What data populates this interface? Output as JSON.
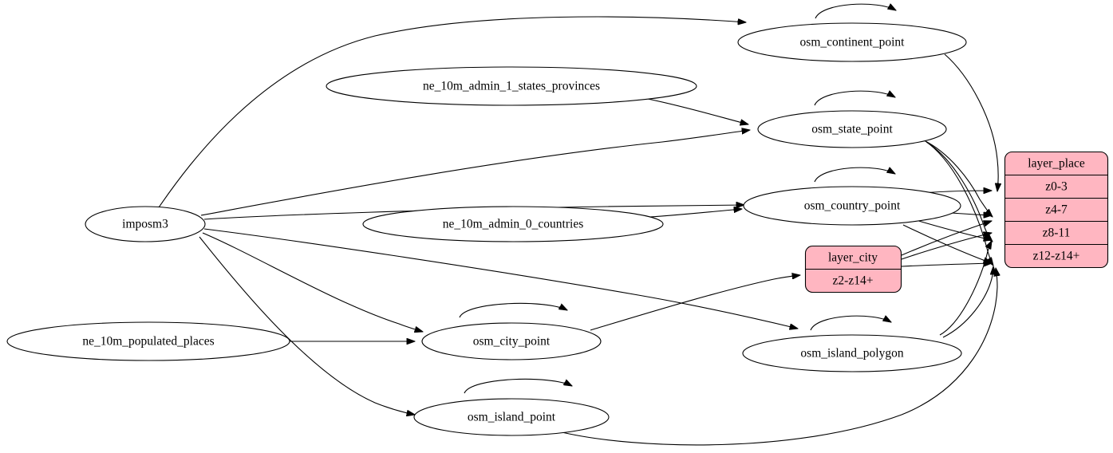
{
  "diagram": {
    "title": "osm place layer data flow",
    "background_color": "#ffffff",
    "edge_color": "#000000",
    "record_fill_color": "#ffb6c1",
    "ellipse_fill_color": "#ffffff"
  },
  "nodes": {
    "imposm3": {
      "label": "imposm3",
      "shape": "ellipse"
    },
    "ne_states": {
      "label": "ne_10m_admin_1_states_provinces",
      "shape": "ellipse"
    },
    "ne_countries": {
      "label": "ne_10m_admin_0_countries",
      "shape": "ellipse"
    },
    "ne_populated": {
      "label": "ne_10m_populated_places",
      "shape": "ellipse"
    },
    "osm_continent_point": {
      "label": "osm_continent_point",
      "shape": "ellipse"
    },
    "osm_state_point": {
      "label": "osm_state_point",
      "shape": "ellipse"
    },
    "osm_country_point": {
      "label": "osm_country_point",
      "shape": "ellipse"
    },
    "osm_city_point": {
      "label": "osm_city_point",
      "shape": "ellipse"
    },
    "osm_island_point": {
      "label": "osm_island_point",
      "shape": "ellipse"
    },
    "osm_island_polygon": {
      "label": "osm_island_polygon",
      "shape": "ellipse"
    }
  },
  "records": {
    "layer_place": {
      "title": "layer_place",
      "rows": [
        "z0-3",
        "z4-7",
        "z8-11",
        "z12-z14+"
      ]
    },
    "layer_city": {
      "title": "layer_city",
      "rows": [
        "z2-z14+"
      ]
    }
  },
  "edges": [
    {
      "from": "imposm3",
      "to": "osm_continent_point"
    },
    {
      "from": "imposm3",
      "to": "osm_state_point"
    },
    {
      "from": "imposm3",
      "to": "osm_country_point"
    },
    {
      "from": "imposm3",
      "to": "osm_city_point"
    },
    {
      "from": "imposm3",
      "to": "osm_island_point"
    },
    {
      "from": "imposm3",
      "to": "osm_island_polygon"
    },
    {
      "from": "ne_10m_admin_1_states_provinces",
      "to": "osm_state_point"
    },
    {
      "from": "ne_10m_admin_0_countries",
      "to": "osm_country_point"
    },
    {
      "from": "ne_10m_populated_places",
      "to": "osm_city_point"
    },
    {
      "from": "osm_continent_point",
      "to": "osm_continent_point"
    },
    {
      "from": "osm_state_point",
      "to": "osm_state_point"
    },
    {
      "from": "osm_country_point",
      "to": "osm_country_point"
    },
    {
      "from": "osm_city_point",
      "to": "osm_city_point"
    },
    {
      "from": "osm_island_point",
      "to": "osm_island_point"
    },
    {
      "from": "osm_island_polygon",
      "to": "osm_island_polygon"
    },
    {
      "from": "osm_continent_point",
      "to": "layer_place.z0-3"
    },
    {
      "from": "osm_state_point",
      "to": "layer_place.z4-7"
    },
    {
      "from": "osm_state_point",
      "to": "layer_place.z8-11"
    },
    {
      "from": "osm_state_point",
      "to": "layer_place.z12-z14+"
    },
    {
      "from": "osm_country_point",
      "to": "layer_place.z0-3"
    },
    {
      "from": "osm_country_point",
      "to": "layer_place.z4-7"
    },
    {
      "from": "osm_country_point",
      "to": "layer_place.z8-11"
    },
    {
      "from": "osm_country_point",
      "to": "layer_place.z12-z14+"
    },
    {
      "from": "osm_city_point",
      "to": "layer_city.z2-z14+"
    },
    {
      "from": "osm_island_polygon",
      "to": "layer_place.z8-11"
    },
    {
      "from": "osm_island_polygon",
      "to": "layer_place.z12-z14+"
    },
    {
      "from": "osm_island_point",
      "to": "layer_place.z12-z14+"
    },
    {
      "from": "layer_city",
      "to": "layer_place.z4-7"
    },
    {
      "from": "layer_city",
      "to": "layer_place.z8-11"
    },
    {
      "from": "layer_city",
      "to": "layer_place.z12-z14+"
    }
  ]
}
